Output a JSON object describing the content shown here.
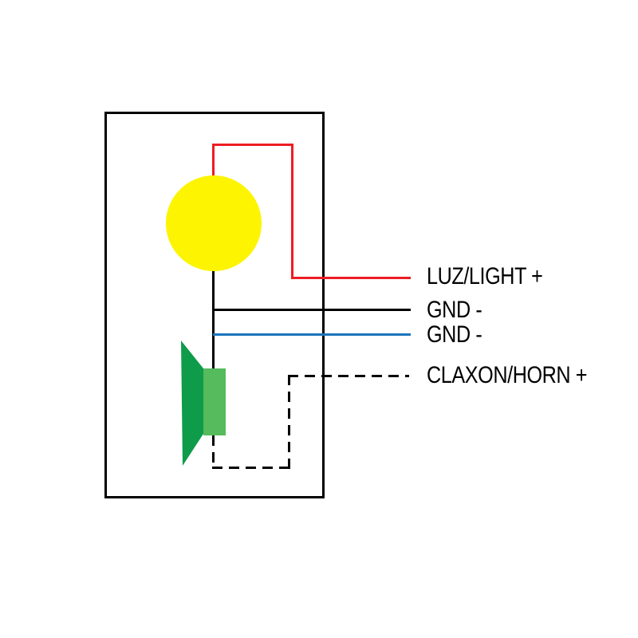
{
  "diagram": {
    "title": "light-horn-wiring-diagram",
    "labels": {
      "light": "LUZ/LIGHT +",
      "gnd1": "GND -",
      "gnd2": "GND -",
      "horn": "CLAXON/HORN +"
    },
    "colors": {
      "background": "#FFFFFF",
      "outline": "#000000",
      "light_wire": "#ED1C24",
      "gnd_wire": "#000000",
      "gnd2_wire": "#1B75BC",
      "horn_wire": "#000000",
      "bulb": "#FCF400",
      "speaker_cone": "#0E9B4A",
      "speaker_body": "#55BB5C",
      "text": "#000000"
    },
    "wire_styles": {
      "light": "solid",
      "gnd1": "solid",
      "gnd2": "solid",
      "horn": "dashed"
    }
  }
}
